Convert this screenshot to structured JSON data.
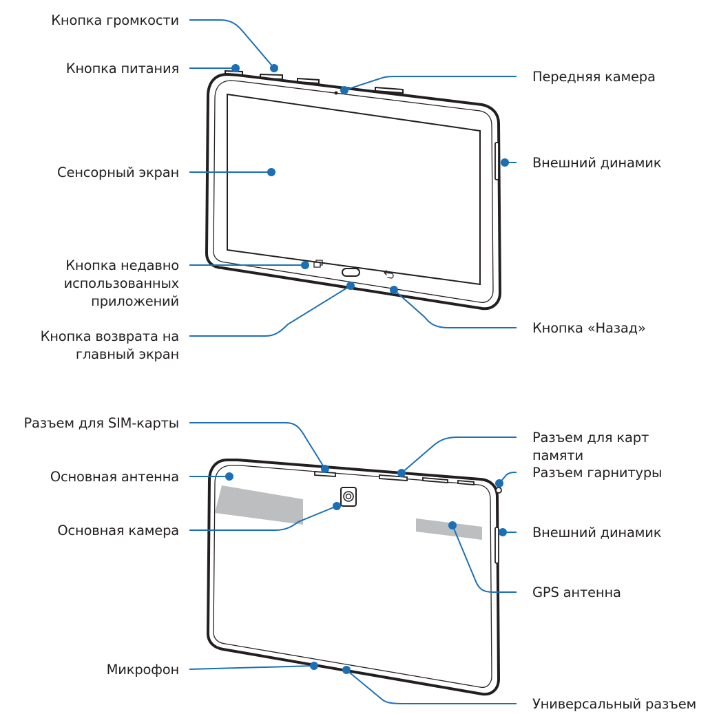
{
  "front": {
    "labels": {
      "volume": "Кнопка громкости",
      "power": "Кнопка питания",
      "touchscreen": "Сенсорный экран",
      "recent_apps": "Кнопка недавно\nиспользованных\nприложений",
      "home": "Кнопка возврата на\nглавный экран",
      "front_camera": "Передняя камера",
      "speaker": "Внешний динамик",
      "back": "Кнопка «Назад»"
    }
  },
  "rear": {
    "labels": {
      "sim_slot": "Разъем для SIM-карты",
      "main_antenna": "Основная антенна",
      "rear_camera": "Основная камера",
      "microphone": "Микрофон",
      "memory_card": "Разъем для карт\nпамяти",
      "headset": "Разъем гарнитуры",
      "speaker": "Внешний динамик",
      "gps": "GPS антенна",
      "usb": "Универсальный разъем"
    }
  },
  "colors": {
    "callout": "#1b6fb5",
    "outline": "#231f20",
    "antenna": "#bcbec0"
  }
}
